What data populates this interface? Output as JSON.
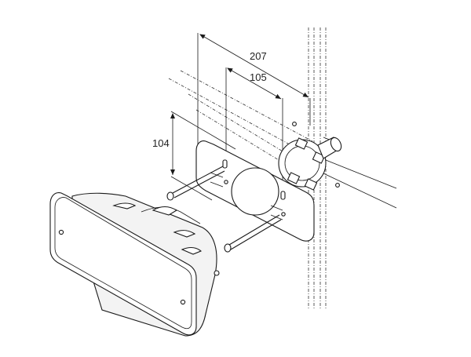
{
  "dimensions": {
    "width_overall": "207",
    "width_holes": "105",
    "height_holes": "104"
  }
}
